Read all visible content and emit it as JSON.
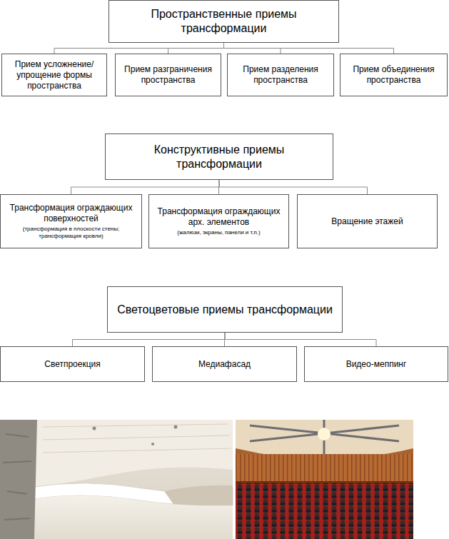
{
  "diagram": {
    "nodes": [
      {
        "text": [
          "Пространственные приемы трансформации"
        ]
      },
      {
        "text": [
          "Прием усложнение/упрощение формы пространства"
        ]
      },
      {
        "text": [
          "Прием разграничения пространства"
        ]
      },
      {
        "text": [
          "Прием разделения пространства"
        ]
      },
      {
        "text": [
          "Прием объединения пространства"
        ]
      },
      {
        "text": [
          "Конструктивные приемы трансформации"
        ]
      },
      {
        "text": [
          "Трансформация ограждающих поверхностей",
          "(трансформация в плоскости стены; трансформация кровли)"
        ]
      },
      {
        "text": [
          "Трансформация ограждающих арх. элементов",
          "(жалюзи, экраны, панели и т.п.)"
        ]
      },
      {
        "text": [
          "Вращение этажей"
        ]
      },
      {
        "text": [
          "Светоцветовые приемы трансформации"
        ]
      },
      {
        "text": [
          "Светпроекция"
        ]
      },
      {
        "text": [
          "Медиафасад"
        ]
      },
      {
        "text": [
          "Видео-меппинг"
        ]
      }
    ],
    "edges": [
      {
        "from": 0,
        "to": 1,
        "arrow": "none"
      },
      {
        "from": 0,
        "to": 2,
        "arrow": "none"
      },
      {
        "from": 0,
        "to": 3,
        "arrow": "none"
      },
      {
        "from": 0,
        "to": 4,
        "arrow": "none"
      },
      {
        "from": 5,
        "to": 6,
        "arrow": "none"
      },
      {
        "from": 5,
        "to": 7,
        "arrow": "none"
      },
      {
        "from": 5,
        "to": 8,
        "arrow": "none"
      },
      {
        "from": 9,
        "to": 10,
        "arrow": "none"
      },
      {
        "from": 9,
        "to": 11,
        "arrow": "none"
      },
      {
        "from": 9,
        "to": 12,
        "arrow": "none"
      }
    ]
  }
}
